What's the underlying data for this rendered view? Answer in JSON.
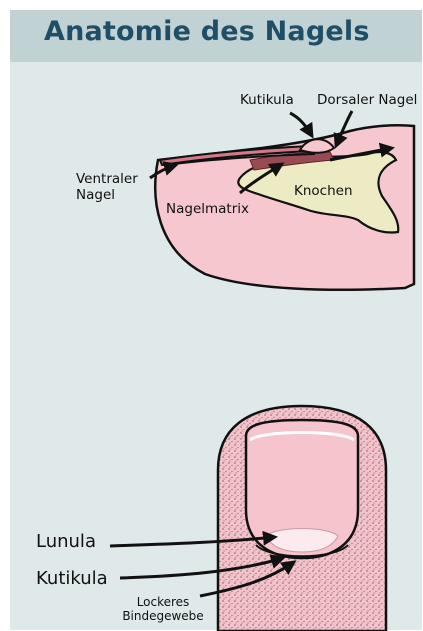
{
  "title": "Anatomie des Nagels",
  "side_view": {
    "labels": {
      "kutikula": "Kutikula",
      "dorsaler_nagel": "Dorsaler Nagel",
      "ventraler_nagel": "Ventraler Nagel",
      "nagelmatrix": "Nagelmatrix",
      "knochen": "Knochen"
    }
  },
  "top_view": {
    "labels": {
      "lunula": "Lunula",
      "kutikula": "Kutikula",
      "bindegewebe_line1": "Lockeres",
      "bindegewebe_line2": "Bindegewebe"
    }
  },
  "colors": {
    "background": "#dfe9ea",
    "title_bar": "#c0d2d4",
    "title_text": "#1f4f66",
    "skin": "#f7c7cf",
    "bone": "#ecebc4",
    "nail_matrix": "#9a4a52",
    "outline": "#111111"
  }
}
